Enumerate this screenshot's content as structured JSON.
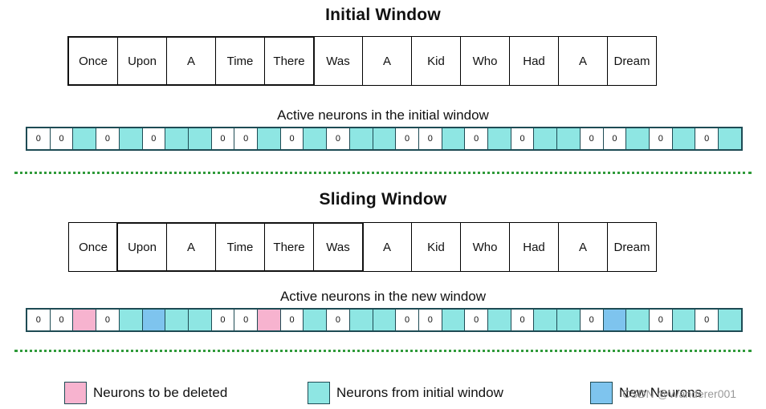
{
  "initial": {
    "title": "Initial Window",
    "subtitle": "Active neurons in the initial window",
    "tokens": [
      "Once",
      "Upon",
      "A",
      "Time",
      "There",
      "Was",
      "A",
      "Kid",
      "Who",
      "Had",
      "A",
      "Dream"
    ],
    "window": {
      "start_index": 0,
      "end_index": 4
    },
    "neurons": [
      {
        "type": "zero",
        "label": "0"
      },
      {
        "type": "zero",
        "label": "0"
      },
      {
        "type": "teal",
        "label": ""
      },
      {
        "type": "zero",
        "label": "0"
      },
      {
        "type": "teal",
        "label": ""
      },
      {
        "type": "zero",
        "label": "0"
      },
      {
        "type": "teal",
        "label": ""
      },
      {
        "type": "teal",
        "label": ""
      },
      {
        "type": "zero",
        "label": "0"
      },
      {
        "type": "zero",
        "label": "0"
      },
      {
        "type": "teal",
        "label": ""
      },
      {
        "type": "zero",
        "label": "0"
      },
      {
        "type": "teal",
        "label": ""
      },
      {
        "type": "zero",
        "label": "0"
      },
      {
        "type": "teal",
        "label": ""
      },
      {
        "type": "teal",
        "label": ""
      },
      {
        "type": "zero",
        "label": "0"
      },
      {
        "type": "zero",
        "label": "0"
      },
      {
        "type": "teal",
        "label": ""
      },
      {
        "type": "zero",
        "label": "0"
      },
      {
        "type": "teal",
        "label": ""
      },
      {
        "type": "zero",
        "label": "0"
      },
      {
        "type": "teal",
        "label": ""
      },
      {
        "type": "teal",
        "label": ""
      },
      {
        "type": "zero",
        "label": "0"
      },
      {
        "type": "zero",
        "label": "0"
      },
      {
        "type": "teal",
        "label": ""
      },
      {
        "type": "zero",
        "label": "0"
      },
      {
        "type": "teal",
        "label": ""
      },
      {
        "type": "zero",
        "label": "0"
      },
      {
        "type": "teal",
        "label": ""
      }
    ]
  },
  "sliding": {
    "title": "Sliding Window",
    "subtitle": "Active neurons in the new window",
    "tokens": [
      "Once",
      "Upon",
      "A",
      "Time",
      "There",
      "Was",
      "A",
      "Kid",
      "Who",
      "Had",
      "A",
      "Dream"
    ],
    "window": {
      "start_index": 1,
      "end_index": 5
    },
    "neurons": [
      {
        "type": "zero",
        "label": "0"
      },
      {
        "type": "zero",
        "label": "0"
      },
      {
        "type": "pink",
        "label": ""
      },
      {
        "type": "zero",
        "label": "0"
      },
      {
        "type": "teal",
        "label": ""
      },
      {
        "type": "blue",
        "label": ""
      },
      {
        "type": "teal",
        "label": ""
      },
      {
        "type": "teal",
        "label": ""
      },
      {
        "type": "zero",
        "label": "0"
      },
      {
        "type": "zero",
        "label": "0"
      },
      {
        "type": "pink",
        "label": ""
      },
      {
        "type": "zero",
        "label": "0"
      },
      {
        "type": "teal",
        "label": ""
      },
      {
        "type": "zero",
        "label": "0"
      },
      {
        "type": "teal",
        "label": ""
      },
      {
        "type": "teal",
        "label": ""
      },
      {
        "type": "zero",
        "label": "0"
      },
      {
        "type": "zero",
        "label": "0"
      },
      {
        "type": "teal",
        "label": ""
      },
      {
        "type": "zero",
        "label": "0"
      },
      {
        "type": "teal",
        "label": ""
      },
      {
        "type": "zero",
        "label": "0"
      },
      {
        "type": "teal",
        "label": ""
      },
      {
        "type": "teal",
        "label": ""
      },
      {
        "type": "zero",
        "label": "0"
      },
      {
        "type": "blue",
        "label": ""
      },
      {
        "type": "teal",
        "label": ""
      },
      {
        "type": "zero",
        "label": "0"
      },
      {
        "type": "teal",
        "label": ""
      },
      {
        "type": "zero",
        "label": "0"
      },
      {
        "type": "teal",
        "label": ""
      }
    ]
  },
  "legend": [
    {
      "label": "Neurons to be deleted",
      "color": "#f7b3cf"
    },
    {
      "label": "Neurons from initial window",
      "color": "#8ee6e3"
    },
    {
      "label": "New Neurons",
      "color": "#7ec4ee"
    }
  ],
  "watermark": "CSDN @Wanderer001",
  "colors": {
    "divider": "#2f9a3a",
    "neuron_border": "#1e4b54"
  }
}
